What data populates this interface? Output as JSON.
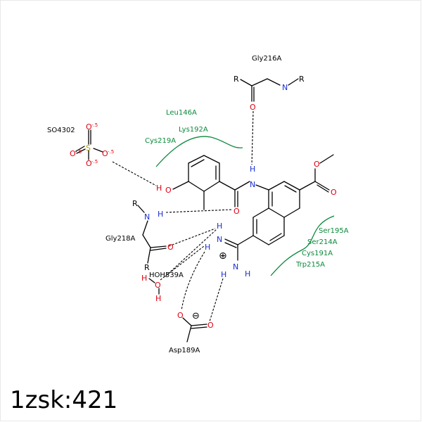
{
  "title": "1zsk:421",
  "colors": {
    "carbon": "#000000",
    "oxygen": "#e0000f",
    "nitrogen": "#1a2fd0",
    "sulfur": "#b8a400",
    "residue_green": "#0a8a3a",
    "residue_black": "#000000"
  },
  "residues": {
    "gly216": "Gly216A",
    "leu146": "Leu146A",
    "lys192": "Lys192A",
    "cys219": "Cys219A",
    "so4": "SO4302",
    "gly218": "Gly218A",
    "hoh539": "HOH539A",
    "asp189": "Asp189A",
    "ser195": "Ser195A",
    "ser214": "Ser214A",
    "cys191": "Cys191A",
    "trp215": "Trp215A"
  },
  "atoms": {
    "R": "R",
    "O": "O",
    "N": "N",
    "H": "H",
    "S": "S",
    "charge_half": "-.5",
    "plus": "⊕",
    "minus": "⊖"
  }
}
